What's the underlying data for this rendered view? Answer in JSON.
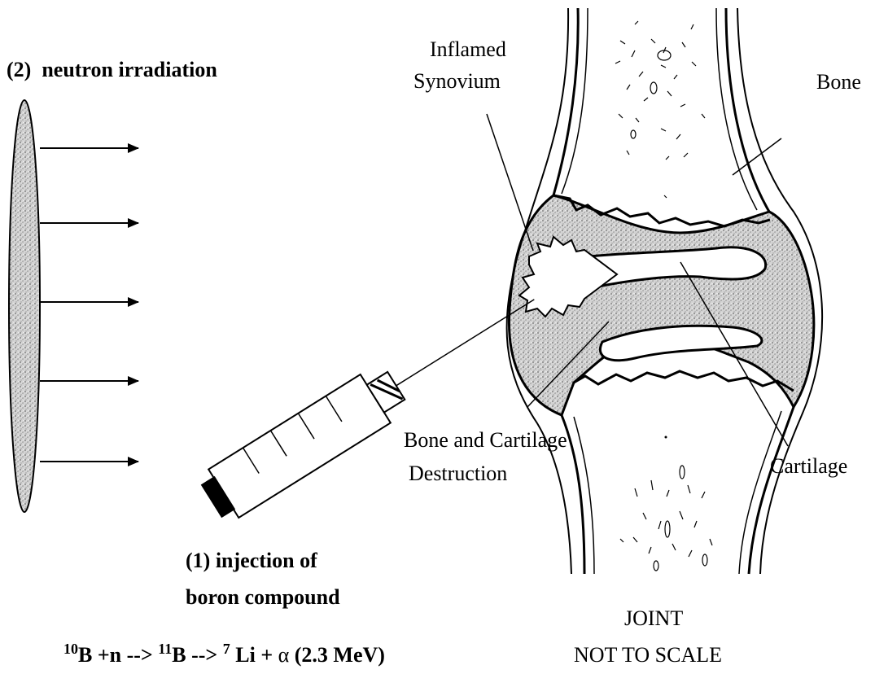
{
  "labels": {
    "neutron_irradiation": "(2)  neutron irradiation",
    "inflamed_line1": "Inflamed",
    "inflamed_line2": "Synovium",
    "bone": "Bone",
    "bone_cartilage_line1": "Bone and Cartilage",
    "bone_cartilage_line2": "Destruction",
    "cartilage": "Cartilage",
    "injection_line1": "(1) injection of",
    "injection_line2": "boron compound",
    "joint": "JOINT",
    "not_to_scale": "NOT TO SCALE"
  },
  "equation": {
    "sup1": "10",
    "part1": "B +n --> ",
    "sup2": "11",
    "part2": "B --> ",
    "sup3": "7",
    "part3": " Li + ",
    "alpha": "α",
    "part4": " (2.3 MeV)"
  },
  "colors": {
    "stipple_dark": "#7a7a7a",
    "stipple_light": "#cfcfcf"
  }
}
